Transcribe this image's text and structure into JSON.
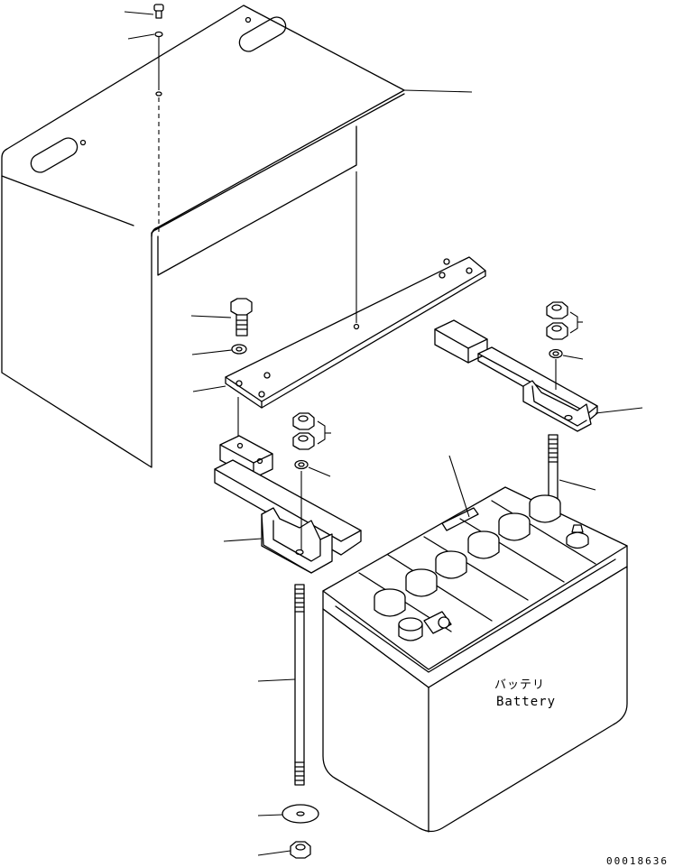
{
  "battery": {
    "label_jp": "バッテリ",
    "label_en": "Battery"
  },
  "drawing_number": "00018636",
  "colors": {
    "line": "#000000",
    "background": "#ffffff"
  }
}
